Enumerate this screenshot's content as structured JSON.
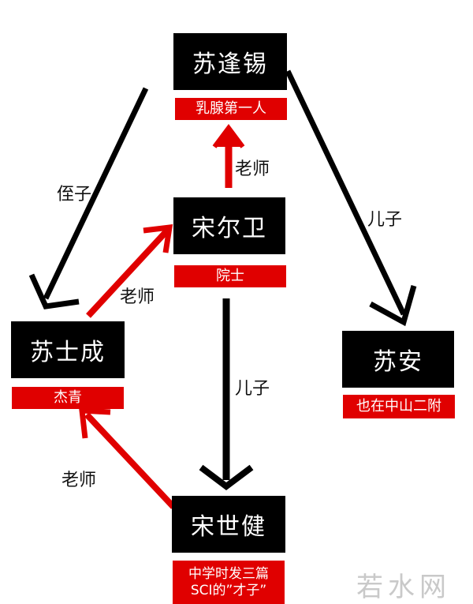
{
  "nodes": {
    "su_fengxi": {
      "name": "苏逢锡",
      "tag": "乳腺第一人"
    },
    "song_erwei": {
      "name": "宋尔卫",
      "tag": "院士"
    },
    "su_shicheng": {
      "name": "苏士成",
      "tag": "杰青"
    },
    "su_an": {
      "name": "苏安",
      "tag": "也在中山二附"
    },
    "song_shijian": {
      "name": "宋世健",
      "tag_line1": "中学时发三篇",
      "tag_line2": "SCI的”才子”"
    }
  },
  "edges": {
    "nephew": "侄子",
    "son_su_an": "儿子",
    "teacher_top": "老师",
    "teacher_mid": "老师",
    "son_song_shijian": "儿子",
    "teacher_bottom": "老师"
  },
  "colors": {
    "node_bg": "#000000",
    "tag_bg": "#e00000",
    "arrow_black": "#000000",
    "arrow_red": "#e00000"
  },
  "watermark": "若水网"
}
